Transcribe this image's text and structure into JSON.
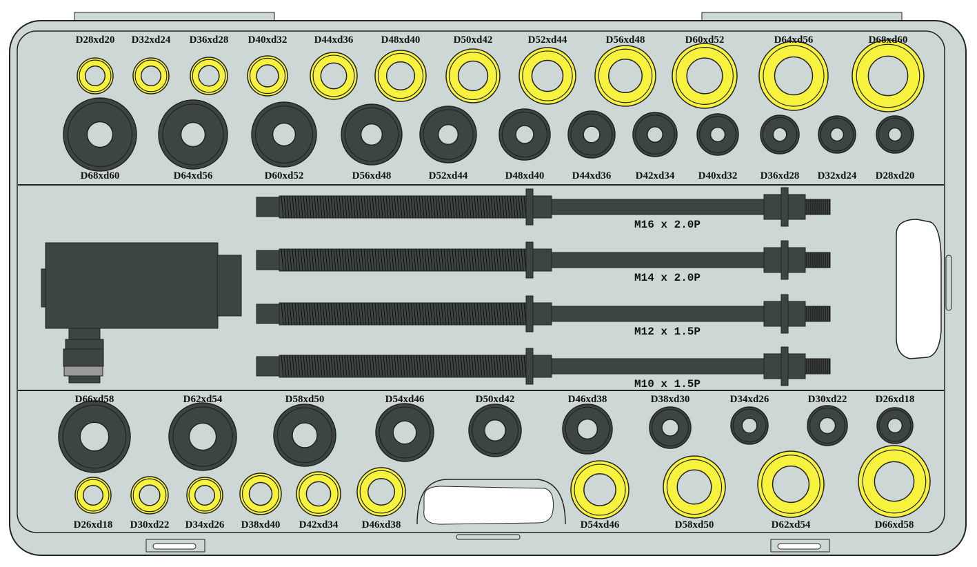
{
  "colors": {
    "case": "#cdd8d6",
    "yellow": "#f7f23e",
    "dark": "#3d4444",
    "outline": "#222"
  },
  "top_yellow": [
    "D28xd20",
    "D32xd24",
    "D36xd28",
    "D40xd32",
    "D44xd36",
    "D48xd40",
    "D50xd42",
    "D52xd44",
    "D56xd48",
    "D60xd52",
    "D64xd56",
    "D68xd60"
  ],
  "top_dark": [
    "D68xd60",
    "D64xd56",
    "D60xd52",
    "D56xd48",
    "D52xd44",
    "D48xd40",
    "D44xd36",
    "D42xd34",
    "D40xd32",
    "D36xd28",
    "D32xd24",
    "D28xd20"
  ],
  "bottom_dark": [
    "D66xd58",
    "D62xd54",
    "D58xd50",
    "D54xd46",
    "D50xd42",
    "D46xd38",
    "D38xd30",
    "D34xd26",
    "D30xd22",
    "D26xd18"
  ],
  "bottom_yellow": [
    "D26xd18",
    "D30xd22",
    "D34xd26",
    "D38xd40",
    "D42xd34",
    "D46xd38",
    "D54xd46",
    "D58xd50",
    "D62xd54",
    "D66xd58"
  ],
  "rods": [
    "M16 x 2.0P",
    "M14 x 2.0P",
    "M12 x 1.5P",
    "M10 x 1.5P"
  ]
}
